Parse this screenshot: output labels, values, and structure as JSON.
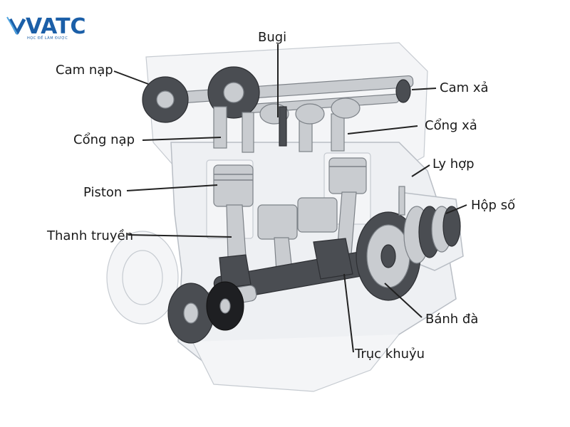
{
  "logo": {
    "brand": "VATC",
    "tagline": "HỌC ĐỂ LÀM ĐƯỢC",
    "color": "#1b5fa8"
  },
  "labels": {
    "bugi": "Bugi",
    "cam_nap": "Cam nạp",
    "cam_xa": "Cam xả",
    "cong_nap": "Cổng nạp",
    "cong_xa": "Cổng xả",
    "ly_hop": "Ly hợp",
    "piston": "Piston",
    "hop_so": "Hộp số",
    "thanh_truyen": "Thanh truyền",
    "banh_da": "Bánh đà",
    "truc_khuyu": "Trục khuỷu"
  }
}
